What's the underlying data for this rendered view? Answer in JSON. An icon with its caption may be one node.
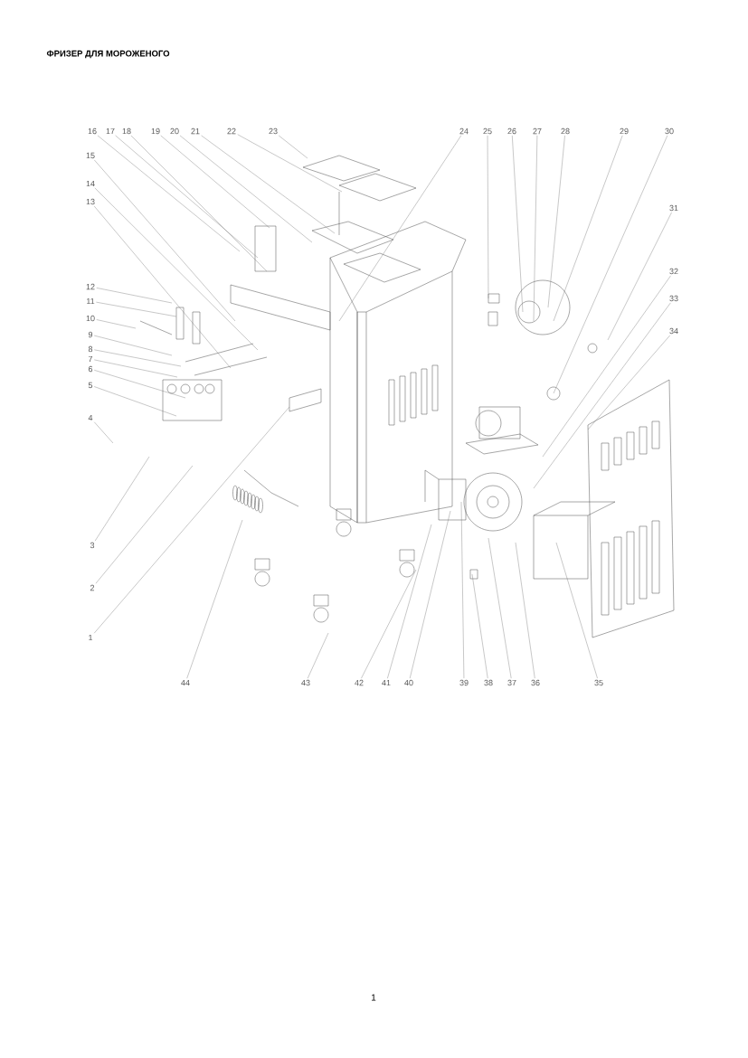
{
  "diagram": {
    "title": "ФРИЗЕР ДЛЯ МОРОЖЕНОГО",
    "nodes": [
      {
        "text": [
          "1"
        ]
      },
      {
        "text": [
          "2"
        ]
      },
      {
        "text": [
          "3"
        ]
      },
      {
        "text": [
          "4"
        ]
      },
      {
        "text": [
          "5"
        ]
      },
      {
        "text": [
          "6"
        ]
      },
      {
        "text": [
          "7"
        ]
      },
      {
        "text": [
          "8"
        ]
      },
      {
        "text": [
          "9"
        ]
      },
      {
        "text": [
          "10"
        ]
      },
      {
        "text": [
          "11"
        ]
      },
      {
        "text": [
          "12"
        ]
      },
      {
        "text": [
          "13"
        ]
      },
      {
        "text": [
          "14"
        ]
      },
      {
        "text": [
          "15"
        ]
      },
      {
        "text": [
          "16"
        ]
      },
      {
        "text": [
          "17"
        ]
      },
      {
        "text": [
          "18"
        ]
      },
      {
        "text": [
          "19"
        ]
      },
      {
        "text": [
          "20"
        ]
      },
      {
        "text": [
          "21"
        ]
      },
      {
        "text": [
          "22"
        ]
      },
      {
        "text": [
          "23"
        ]
      },
      {
        "text": [
          "24"
        ]
      },
      {
        "text": [
          "25"
        ]
      },
      {
        "text": [
          "26"
        ]
      },
      {
        "text": [
          "27"
        ]
      },
      {
        "text": [
          "28"
        ]
      },
      {
        "text": [
          "29"
        ]
      },
      {
        "text": [
          "30"
        ]
      },
      {
        "text": [
          "31"
        ]
      },
      {
        "text": [
          "32"
        ]
      },
      {
        "text": [
          "33"
        ]
      },
      {
        "text": [
          "34"
        ]
      },
      {
        "text": [
          "35"
        ]
      },
      {
        "text": [
          "36"
        ]
      },
      {
        "text": [
          "37"
        ]
      },
      {
        "text": [
          "38"
        ]
      },
      {
        "text": [
          "39"
        ]
      },
      {
        "text": [
          "40"
        ]
      },
      {
        "text": [
          "41"
        ]
      },
      {
        "text": [
          "42"
        ]
      },
      {
        "text": [
          "43"
        ]
      },
      {
        "text": [
          "44"
        ]
      }
    ],
    "edges": [
      {
        "from": 0,
        "to": null,
        "arrow": "none"
      },
      {
        "from": 1,
        "to": null,
        "arrow": "none"
      },
      {
        "from": 2,
        "to": null,
        "arrow": "none"
      },
      {
        "from": 3,
        "to": null,
        "arrow": "none"
      },
      {
        "from": 4,
        "to": null,
        "arrow": "none"
      },
      {
        "from": 5,
        "to": null,
        "arrow": "none"
      },
      {
        "from": 6,
        "to": null,
        "arrow": "none"
      },
      {
        "from": 7,
        "to": null,
        "arrow": "none"
      },
      {
        "from": 8,
        "to": null,
        "arrow": "none"
      },
      {
        "from": 9,
        "to": null,
        "arrow": "none"
      },
      {
        "from": 10,
        "to": null,
        "arrow": "none"
      },
      {
        "from": 11,
        "to": null,
        "arrow": "none"
      },
      {
        "from": 12,
        "to": null,
        "arrow": "none"
      },
      {
        "from": 13,
        "to": null,
        "arrow": "none"
      },
      {
        "from": 14,
        "to": null,
        "arrow": "none"
      },
      {
        "from": 15,
        "to": null,
        "arrow": "none"
      },
      {
        "from": 16,
        "to": null,
        "arrow": "none"
      },
      {
        "from": 17,
        "to": null,
        "arrow": "none"
      },
      {
        "from": 18,
        "to": null,
        "arrow": "none"
      },
      {
        "from": 19,
        "to": null,
        "arrow": "none"
      },
      {
        "from": 20,
        "to": null,
        "arrow": "none"
      },
      {
        "from": 21,
        "to": null,
        "arrow": "none"
      },
      {
        "from": 22,
        "to": null,
        "arrow": "none"
      },
      {
        "from": 23,
        "to": null,
        "arrow": "none"
      },
      {
        "from": 24,
        "to": null,
        "arrow": "none"
      },
      {
        "from": 25,
        "to": null,
        "arrow": "none"
      },
      {
        "from": 26,
        "to": null,
        "arrow": "none"
      },
      {
        "from": 27,
        "to": null,
        "arrow": "none"
      },
      {
        "from": 28,
        "to": null,
        "arrow": "none"
      },
      {
        "from": 29,
        "to": null,
        "arrow": "none"
      },
      {
        "from": 30,
        "to": null,
        "arrow": "none"
      },
      {
        "from": 31,
        "to": null,
        "arrow": "none"
      },
      {
        "from": 32,
        "to": null,
        "arrow": "none"
      },
      {
        "from": 33,
        "to": null,
        "arrow": "none"
      },
      {
        "from": 34,
        "to": null,
        "arrow": "none"
      },
      {
        "from": 35,
        "to": null,
        "arrow": "none"
      },
      {
        "from": 36,
        "to": null,
        "arrow": "none"
      },
      {
        "from": 37,
        "to": null,
        "arrow": "none"
      },
      {
        "from": 38,
        "to": null,
        "arrow": "none"
      },
      {
        "from": 39,
        "to": null,
        "arrow": "none"
      },
      {
        "from": 40,
        "to": null,
        "arrow": "none"
      },
      {
        "from": 41,
        "to": null,
        "arrow": "none"
      },
      {
        "from": 42,
        "to": null,
        "arrow": "none"
      },
      {
        "from": 43,
        "to": null,
        "arrow": "none"
      }
    ],
    "labels": [
      "1"
    ]
  }
}
